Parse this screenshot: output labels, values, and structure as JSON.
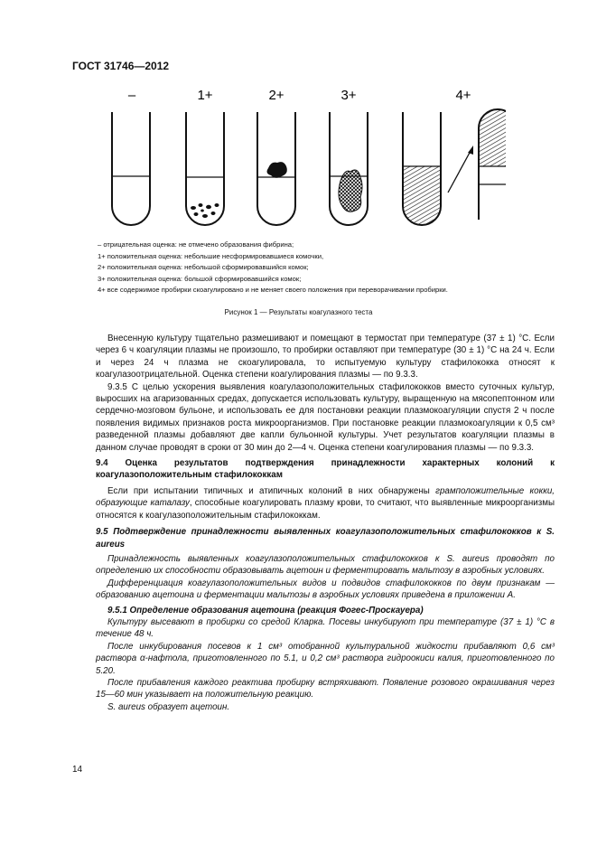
{
  "header": "ГОСТ 31746—2012",
  "figure": {
    "tube_labels": [
      "–",
      "1+",
      "2+",
      "3+",
      "4+"
    ],
    "legend": [
      "– отрицательная оценка: не отмечено образования фибрина;",
      "1+ положительная оценка: небольшие несформировавшиеся комочки,",
      "2+ положительная оценка: небольшой сформировавшийся комок;",
      "3+ положительная оценка: большой сформировавшийся комок;",
      "4+ все содержимое пробирки скоагулировано и не меняет своего положения при переворачивании пробирки."
    ],
    "caption": "Рисунок 1 — Результаты коагулазного теста"
  },
  "text": {
    "p1": "Внесенную культуру тщательно размешивают и помещают в термостат при температуре (37 ± 1) °С. Если через 6 ч коагуляции плазмы не произошло, то пробирки оставляют при температуре (30 ± 1) °С на 24 ч. Если и через 24 ч плазма не скоагулировала, то испытуемую культуру стафилококка относят к коагулазоотрицательной. Оценка степени коагулирования плазмы — по 9.3.3.",
    "p2": "9.3.5 С целью ускорения выявления коагулазоположительных стафилококков вместо суточных культур, выросших на агаризованных средах, допускается использовать культуру, выращенную на мясопептонном или сердечно-мозговом бульоне, и использовать ее для постановки реакции плазмокоагуляции спустя 2 ч после появления видимых признаков роста микроорганизмов. При постановке реакции плазмокоагуляции к 0,5 см³ разведенной плазмы добавляют две капли бульонной культуры. Учет результатов коагуляции плазмы в данном случае проводят в сроки от 30 мин до 2—4 ч. Оценка степени коагулирования плазмы — по 9.3.3.",
    "h94": "9.4 Оценка результатов подтверждения принадлежности характерных колоний к коагулазоположительным стафилококкам",
    "p3a": "Если при испытании типичных и атипичных колоний в них обнаружены ",
    "p3b": "грамположительные кокки, образующие каталазу",
    "p3c": ", способные коагулировать плазму крови, то считают, что выявленные микроорганизмы относятся к коагулазоположительным стафилококкам.",
    "h95": "9.5 Подтверждение принадлежности выявленных коагулазоположительных стафилококков к S. aureus",
    "p4": "Принадлежность выявленных коагулазоположительных стафилококков к S. aureus проводят по определению их способности образовывать ацетоин и ферментировать мальтозу в аэробных условиях.",
    "p5": "Дифференциация коагулазоположительных видов и подвидов стафилококков по двум признакам — образованию ацетоина и ферментации мальтозы в аэробных условиях приведена в приложении А.",
    "h951": "9.5.1 Определение образования ацетоина (реакция Фогес-Проскауера)",
    "p6": "Культуру высевают в пробирки со средой Кларка. Посевы инкубируют при температуре (37 ± 1) °С в течение 48 ч.",
    "p7": "После инкубирования посевов к 1 см³ отобранной культуральной жидкости прибавляют 0,6 см³ раствора α-нафтола, приготовленного по 5.1, и 0,2 см³ раствора гидроокиси калия, приготовленного по 5.20.",
    "p8": "После прибавления каждого реактива пробирку встряхивают. Появление розового окрашивания через 15—60 мин указывает на положительную реакцию.",
    "p9": "S. aureus образует ацетоин."
  },
  "page_number": "14"
}
